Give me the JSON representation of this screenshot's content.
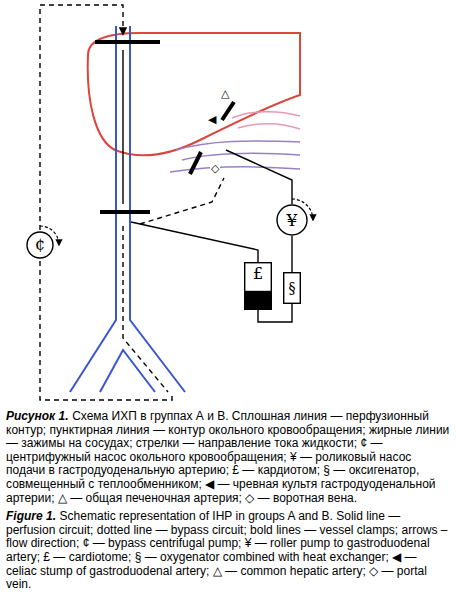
{
  "diagram": {
    "nodes": [
      {
        "text": [
          "¢"
        ]
      },
      {
        "text": [
          "¥"
        ]
      },
      {
        "text": [
          "£"
        ]
      },
      {
        "text": [
          "§"
        ]
      }
    ],
    "edges": [
      {
        "from": 2,
        "to": 3,
        "arrow": "none"
      },
      {
        "from": 3,
        "to": 1,
        "arrow": "none"
      }
    ],
    "labels": [
      "△",
      "◀",
      "◇",
      "Рисунок 1.",
      "Схема ИХП в группах А и В. Сплошная линия — перфузионный контур; пунктирная линия — контур окольного кровообращения; жирные линии — зажимы на сосудах; стрелки — направление тока жидкости; ¢ — центрифужный насос окольного кровообращения; ¥ — роликовый насос подачи в гастродуоденальную артерию; £ — кардиотом; § — оксигенатор, совмещенный с теплообменником; ◀ — чревная культя гастродуоденальной артерии; △ — общая печеночная артерия; ◇ — воротная вена.",
      "Figure 1.",
      "Schematic representation of IHP in groups A and B. Solid line — perfusion circuit; dotted line — bypass circuit; bold lines — vessel clamps; arrows – flow direction; ¢ — bypass centrifugal pump; ¥ — roller pump to gastroduodenal artery; £ — cardiotome; § — oxygenator combined with heat exchanger; ◀ — celiac stump of gastroduodenal artery; △ — common hepatic artery; ◇ — portal vein."
    ]
  }
}
